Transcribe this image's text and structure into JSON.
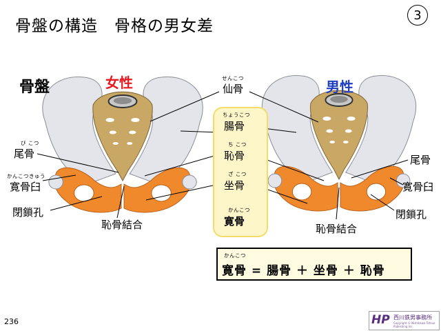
{
  "header": {
    "title": "骨盤の構造　骨格の男女差",
    "page_badge": "3"
  },
  "labels": {
    "pelvis": "骨盤",
    "female": "女性",
    "male": "男性"
  },
  "center": {
    "senkotsu": {
      "ruby": "せんこつ",
      "text": "仙骨"
    },
    "choukotsu": {
      "ruby": "ちょうこつ",
      "text": "腸骨"
    },
    "chikotsu": {
      "ruby": "ち こつ",
      "text": "恥骨"
    },
    "zakotsu": {
      "ruby": "ざ こつ",
      "text": "坐骨"
    },
    "kankotsu": {
      "ruby": "かんこつ",
      "text": "寛骨"
    }
  },
  "female_side": {
    "bikotsu": {
      "ruby": "び こつ",
      "text": "尾骨"
    },
    "kankotsukyuu": {
      "ruby": "かんこつきゅう",
      "text": "寛骨臼"
    },
    "heisakou": {
      "text": "閉鎖孔"
    },
    "chikotsu_ketsugou": {
      "text": "恥骨結合"
    }
  },
  "male_side": {
    "bikotsu": {
      "text": "尾骨"
    },
    "kankotsukyuu": {
      "text": "寛骨臼"
    },
    "heisakou": {
      "text": "閉鎖孔"
    },
    "chikotsu_ketsugou": {
      "text": "恥骨結合"
    }
  },
  "formula": {
    "ruby": "かんこつ",
    "text": "寛骨 = 腸骨 ＋ 坐骨 ＋ 恥骨"
  },
  "footer": {
    "page_number": "236",
    "logo_mark": "HP",
    "logo_text": "西川鉄男事務所",
    "logo_small": "Copyright © Nishikawa Tetsuo Publishing Inc."
  },
  "colors": {
    "ilium": "#e3e5ea",
    "sacrum": "#c9a866",
    "pubis": "#f0892c",
    "female_label": "#e8191f",
    "male_label": "#1f3fc0"
  }
}
